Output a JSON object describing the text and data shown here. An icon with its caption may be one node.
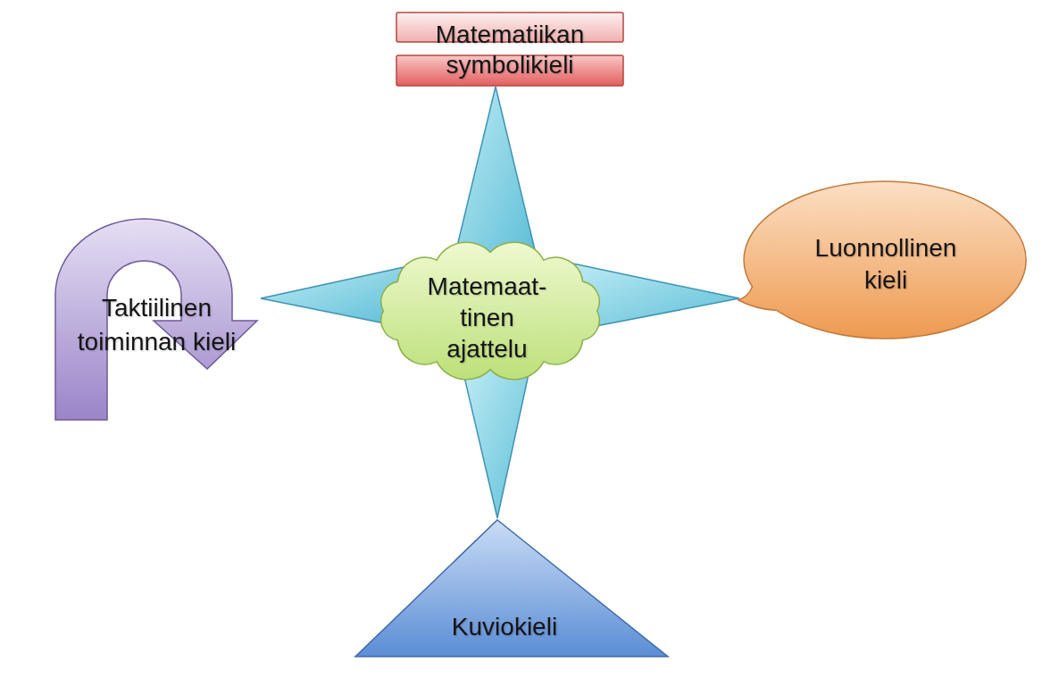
{
  "diagram": {
    "nodes": [
      {
        "text": [
          "Matematiikan symbolikieli"
        ]
      },
      {
        "text": [
          "Taktiilinen toiminnan kieli"
        ]
      },
      {
        "text": [
          "Matemaat-tinen ajattelu"
        ]
      },
      {
        "text": [
          "Luonnollinen kieli"
        ]
      },
      {
        "text": [
          "Kuviokieli"
        ]
      }
    ],
    "edges": [
      {
        "from": 2,
        "to": 0,
        "arrow": "none"
      },
      {
        "from": 2,
        "to": 1,
        "arrow": "none"
      },
      {
        "from": 2,
        "to": 3,
        "arrow": "none"
      },
      {
        "from": 2,
        "to": 4,
        "arrow": "none"
      }
    ]
  }
}
